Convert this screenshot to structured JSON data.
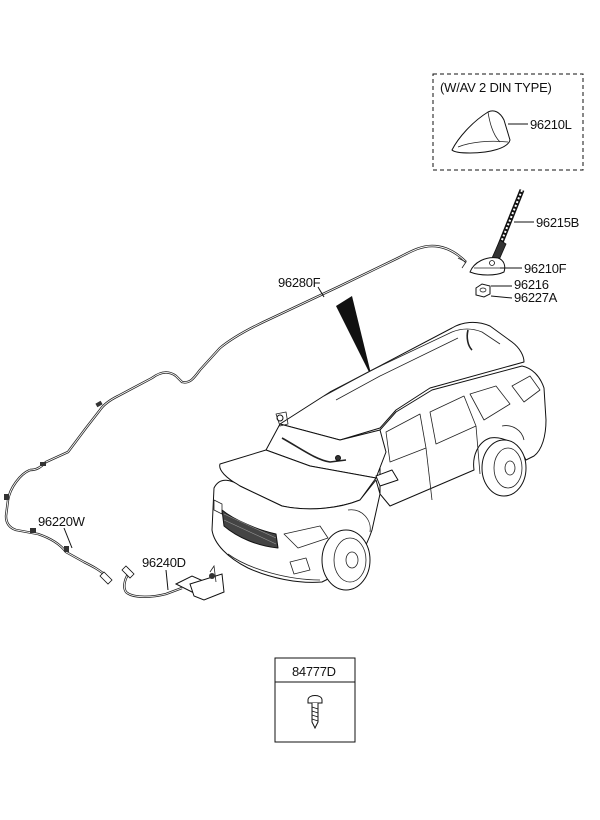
{
  "variant_note": "(W/AV 2 DIN TYPE)",
  "parts": {
    "shark_antenna_av": "96210L",
    "antenna_rod": "96215B",
    "antenna_base": "96210F",
    "nut": "96216",
    "washer": "96227A",
    "roof_cable": "96280F",
    "main_cable": "96220W",
    "gps_cable": "96240D",
    "screw": "84777D"
  }
}
